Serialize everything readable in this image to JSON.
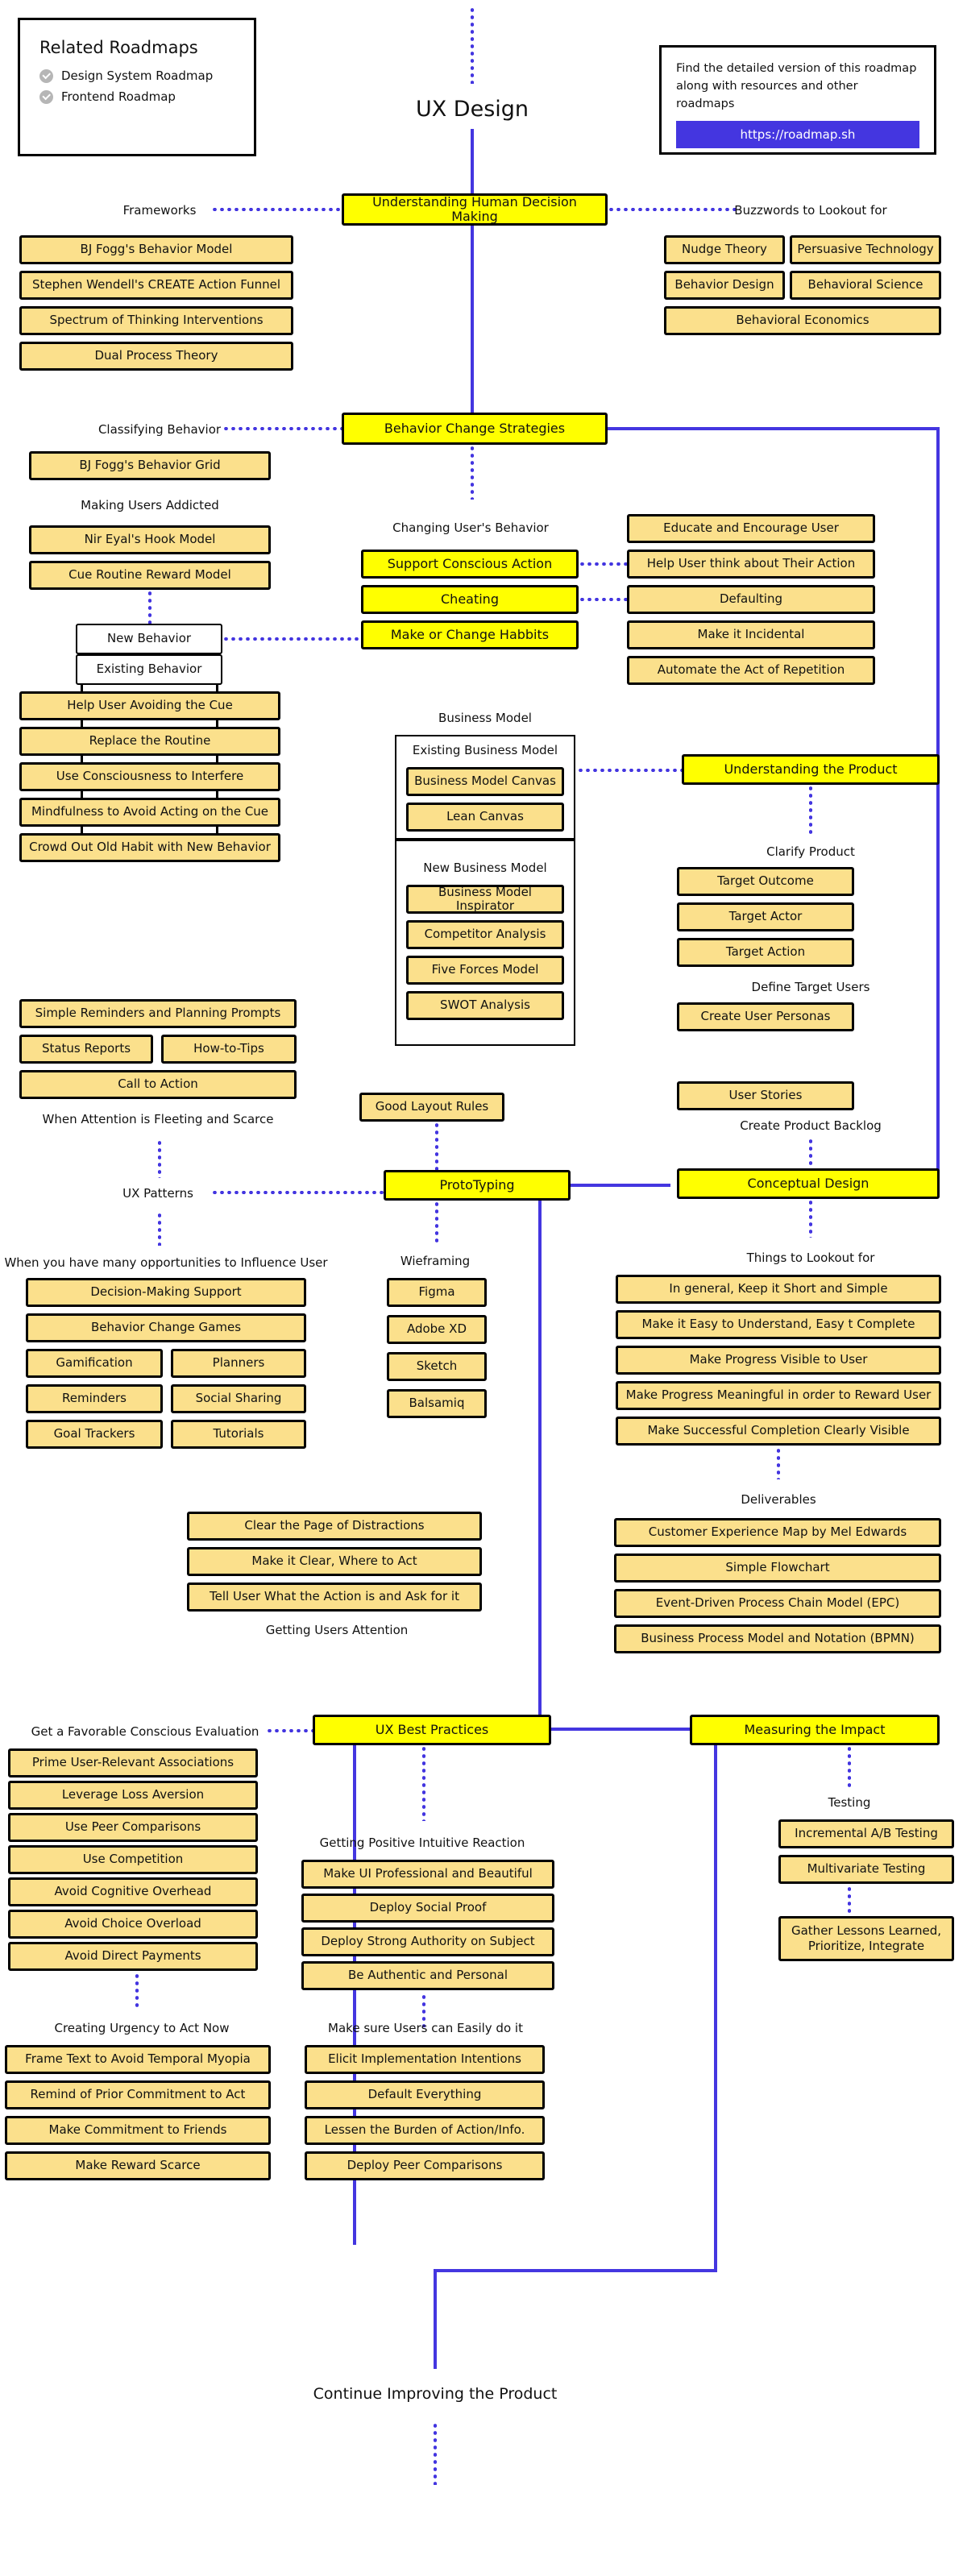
{
  "header": {
    "title": "UX Design",
    "related": {
      "heading": "Related Roadmaps",
      "items": [
        {
          "label": "Design System Roadmap",
          "icon": "check-circle-icon"
        },
        {
          "label": "Frontend Roadmap",
          "icon": "check-circle-icon"
        }
      ]
    },
    "promo": {
      "line1": "Find the detailed version of this roadmap",
      "line2": "along with resources and other roadmaps",
      "url": "https://roadmap.sh",
      "button_color": "#4436E0"
    }
  },
  "colors": {
    "primary_node": "#FFFF00",
    "node": "#FBE08C",
    "connector": "#4436E0",
    "border": "#000000"
  },
  "sections": {
    "human_decision": {
      "title": "Understanding Human Decision Making",
      "left_label": "Frameworks",
      "left_items": [
        "BJ Fogg's Behavior Model",
        "Stephen Wendell's CREATE Action Funnel",
        "Spectrum of Thinking Interventions",
        "Dual Process Theory"
      ],
      "right_label": "Buzzwords to Lookout for",
      "right_items": [
        "Nudge Theory",
        "Persuasive Technology",
        "Behavior Design",
        "Behavioral Science",
        "Behavioral Economics"
      ]
    },
    "behavior_change": {
      "title": "Behavior Change Strategies",
      "classify_label": "Classifying Behavior",
      "classify_items": [
        "BJ Fogg's Behavior Grid"
      ],
      "addicted_label": "Making Users Addicted",
      "addicted_items": [
        "Nir Eyal's Hook Model",
        "Cue Routine Reward Model"
      ],
      "behavior_types": [
        "New Behavior",
        "Existing Behavior"
      ],
      "existing_items": [
        "Help User Avoiding the Cue",
        "Replace the Routine",
        "Use Consciousness to Interfere",
        "Mindfulness to Avoid Acting on the Cue",
        "Crowd Out Old Habit with New Behavior"
      ],
      "changing_label": "Changing User's Behavior",
      "changing_items": [
        "Support Conscious Action",
        "Cheating",
        "Make or Change Habbits"
      ],
      "changing_right_items": [
        "Educate and Encourage User",
        "Help User think about Their Action",
        "Defaulting",
        "Make it Incidental",
        "Automate the Act of Repetition"
      ]
    },
    "business_model": {
      "label": "Business Model",
      "existing": {
        "heading": "Existing Business Model",
        "items": [
          "Business Model Canvas",
          "Lean Canvas"
        ]
      },
      "new": {
        "heading": "New Business Model",
        "items": [
          "Business Model Inspirator",
          "Competitor Analysis",
          "Five Forces Model",
          "SWOT Analysis"
        ]
      }
    },
    "understanding_product": {
      "title": "Understanding the Product",
      "clarify_label": "Clarify Product",
      "clarify_items": [
        "Target Outcome",
        "Target Actor",
        "Target Action"
      ],
      "define_label": "Define Target Users",
      "define_items": [
        "Create User Personas"
      ],
      "backlog_items": [
        "User Stories"
      ],
      "backlog_label": "Create Product Backlog"
    },
    "attention": {
      "items": [
        "Simple Reminders and Planning Prompts",
        "Status Reports",
        "How-to-Tips",
        "Call to Action"
      ],
      "label": "When Attention is Fleeting and Scarce"
    },
    "ux_patterns": {
      "label": "UX Patterns",
      "influence_label": "When you have many opportunities to Influence User",
      "influence_items": [
        "Decision-Making Support",
        "Behavior Change Games",
        "Gamification",
        "Planners",
        "Reminders",
        "Social Sharing",
        "Goal Trackers",
        "Tutorials"
      ],
      "attention_items": [
        "Clear the Page of Distractions",
        "Make it Clear, Where to Act",
        "Tell User What the Action is and Ask for it"
      ],
      "attention_label": "Getting Users Attention"
    },
    "prototyping": {
      "title": "ProtoTyping",
      "top_item": "Good Layout Rules",
      "wireframing_label": "Wieframing",
      "wireframing_items": [
        "Figma",
        "Adobe XD",
        "Sketch",
        "Balsamiq"
      ]
    },
    "conceptual_design": {
      "title": "Conceptual Design",
      "lookout_label": "Things to Lookout for",
      "lookout_items": [
        "In general, Keep it Short and Simple",
        "Make it Easy to Understand, Easy t Complete",
        "Make Progress Visible to User",
        "Make Progress Meaningful in order to Reward User",
        "Make Successful Completion Clearly Visible"
      ],
      "deliverables_label": "Deliverables",
      "deliverables_items": [
        "Customer Experience Map by Mel Edwards",
        "Simple Flowchart",
        "Event-Driven Process Chain Model (EPC)",
        "Business Process Model and Notation (BPMN)"
      ]
    },
    "best_practices": {
      "title": "UX Best Practices",
      "favorable_label": "Get a Favorable Conscious Evaluation",
      "favorable_items": [
        "Prime User-Relevant Associations",
        "Leverage Loss Aversion",
        "Use Peer Comparisons",
        "Use Competition",
        "Avoid Cognitive Overhead",
        "Avoid Choice Overload",
        "Avoid Direct Payments"
      ],
      "urgency_label": "Creating Urgency to Act Now",
      "urgency_items": [
        "Frame Text to Avoid Temporal Myopia",
        "Remind of Prior Commitment to Act",
        "Make Commitment to Friends",
        "Make Reward Scarce"
      ],
      "intuitive_label": "Getting Positive Intuitive Reaction",
      "intuitive_items": [
        "Make UI Professional and Beautiful",
        "Deploy Social Proof",
        "Deploy Strong Authority on Subject",
        "Be Authentic and Personal"
      ],
      "easily_label": "Make sure Users can Easily do it",
      "easily_items": [
        "Elicit Implementation Intentions",
        "Default Everything",
        "Lessen the Burden of Action/Info.",
        "Deploy Peer Comparisons"
      ]
    },
    "measuring": {
      "title": "Measuring the Impact",
      "testing_label": "Testing",
      "testing_items": [
        "Incremental A/B Testing",
        "Multivariate Testing"
      ],
      "lessons_item": "Gather Lessons Learned, Prioritize, Integrate"
    },
    "footer": {
      "label": "Continue Improving the Product"
    }
  }
}
